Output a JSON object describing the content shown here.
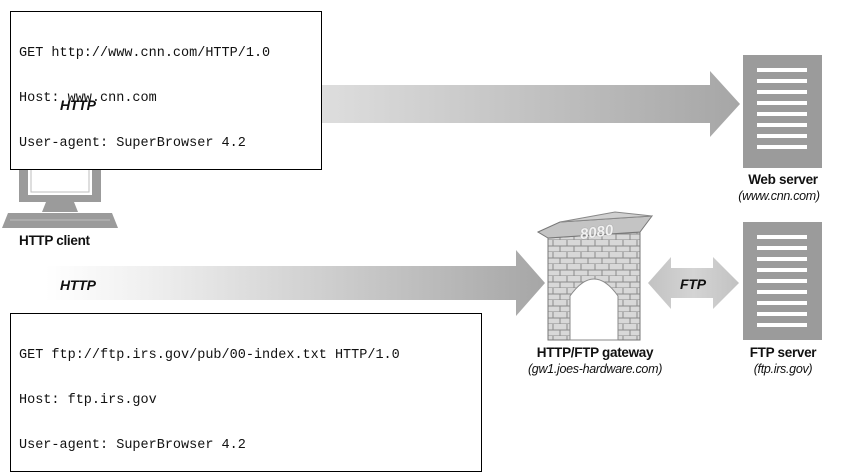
{
  "request1": {
    "lines": [
      "GET http://www.cnn.com/HTTP/1.0",
      "Host: www.cnn.com",
      "User-agent: SuperBrowser 4.2"
    ]
  },
  "request2": {
    "lines": [
      "GET ftp://ftp.irs.gov/pub/00-index.txt HTTP/1.0",
      "Host: ftp.irs.gov",
      "User-agent: SuperBrowser 4.2"
    ]
  },
  "arrows": {
    "top_label": "HTTP",
    "bottom_label": "HTTP",
    "ftp_label": "FTP"
  },
  "client": {
    "label": "HTTP client"
  },
  "web_server": {
    "label": "Web server",
    "host": "(www.cnn.com)"
  },
  "gateway": {
    "label": "HTTP/FTP gateway",
    "host": "(gw1.joes-hardware.com)",
    "port": "8080"
  },
  "ftp_server": {
    "label": "FTP server",
    "host": "(ftp.irs.gov)"
  },
  "colors": {
    "arrow_dark": "#a8a8a8",
    "arrow_light": "#f4f4f4",
    "device": "#999999",
    "slot": "#ffffff"
  },
  "icons": [
    "computer-icon",
    "server-icon",
    "gateway-arch-icon"
  ]
}
